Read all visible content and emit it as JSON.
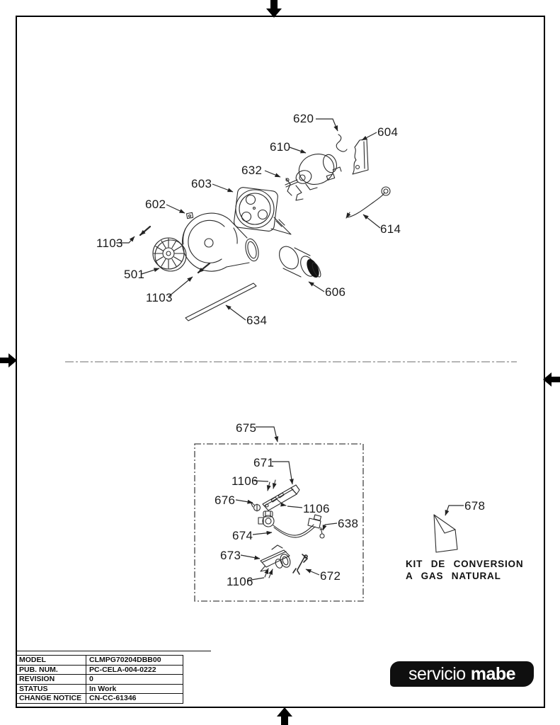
{
  "labels": {
    "top": [
      "620",
      "604",
      "610",
      "632",
      "603",
      "602",
      "1103",
      "501",
      "1103",
      "606",
      "614",
      "634"
    ],
    "bottom": [
      "675",
      "671",
      "1106",
      "676",
      "1106",
      "674",
      "638",
      "673",
      "672",
      "1106",
      "678"
    ]
  },
  "kit_note": {
    "line1": "KIT DE CONVERSION",
    "line2": "A GAS NATURAL"
  },
  "info_table": {
    "rows": [
      {
        "label": "MODEL",
        "value": "CLMPG70204DBB00"
      },
      {
        "label": "PUB. NUM.",
        "value": "PC-CELA-004-0222"
      },
      {
        "label": "REVISION",
        "value": "0"
      },
      {
        "label": "STATUS",
        "value": "In Work"
      },
      {
        "label": "CHANGE NOTICE",
        "value": "CN-CC-61346"
      }
    ]
  },
  "logo": {
    "word1": "servicio",
    "word2": "mabe"
  },
  "colors": {
    "ink": "#1a1a1a",
    "line_art": "#2a2a2a",
    "separator": "#8a8a8a",
    "logo_bg": "#0f0f0f",
    "logo_text": "#ffffff"
  }
}
